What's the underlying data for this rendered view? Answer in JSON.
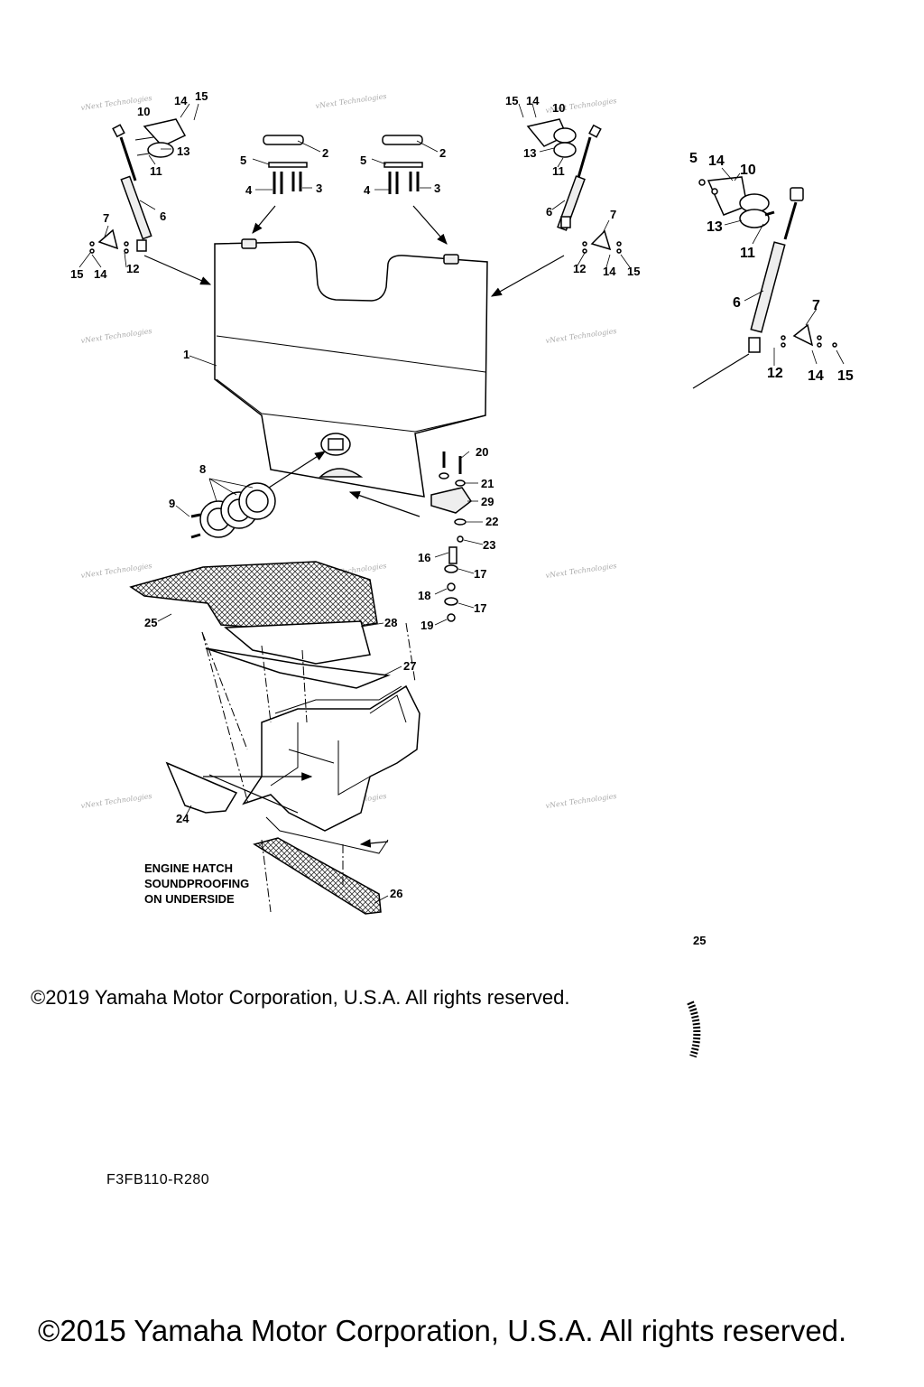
{
  "diagram": {
    "watermark_text": "vNext Technologies",
    "callouts_main": [
      {
        "id": "c1",
        "text": "1"
      },
      {
        "id": "c2a",
        "text": "2"
      },
      {
        "id": "c2b",
        "text": "2"
      },
      {
        "id": "c3a",
        "text": "3"
      },
      {
        "id": "c3b",
        "text": "3"
      },
      {
        "id": "c4a",
        "text": "4"
      },
      {
        "id": "c4b",
        "text": "4"
      },
      {
        "id": "c5a",
        "text": "5"
      },
      {
        "id": "c5b",
        "text": "5"
      },
      {
        "id": "c6a",
        "text": "6"
      },
      {
        "id": "c6b",
        "text": "6"
      },
      {
        "id": "c7a",
        "text": "7"
      },
      {
        "id": "c7b",
        "text": "7"
      },
      {
        "id": "c8",
        "text": "8"
      },
      {
        "id": "c9",
        "text": "9"
      },
      {
        "id": "c10a",
        "text": "10"
      },
      {
        "id": "c10b",
        "text": "10"
      },
      {
        "id": "c11a",
        "text": "11"
      },
      {
        "id": "c11b",
        "text": "11"
      },
      {
        "id": "c12a",
        "text": "12"
      },
      {
        "id": "c12b",
        "text": "12"
      },
      {
        "id": "c13a",
        "text": "13"
      },
      {
        "id": "c13b",
        "text": "13"
      },
      {
        "id": "c14a",
        "text": "14"
      },
      {
        "id": "c14b",
        "text": "14"
      },
      {
        "id": "c14c",
        "text": "14"
      },
      {
        "id": "c14d",
        "text": "14"
      },
      {
        "id": "c15a",
        "text": "15"
      },
      {
        "id": "c15b",
        "text": "15"
      },
      {
        "id": "c15c",
        "text": "15"
      },
      {
        "id": "c15d",
        "text": "15"
      },
      {
        "id": "c16",
        "text": "16"
      },
      {
        "id": "c17a",
        "text": "17"
      },
      {
        "id": "c17b",
        "text": "17"
      },
      {
        "id": "c18",
        "text": "18"
      },
      {
        "id": "c19",
        "text": "19"
      },
      {
        "id": "c20",
        "text": "20"
      },
      {
        "id": "c21",
        "text": "21"
      },
      {
        "id": "c22",
        "text": "22"
      },
      {
        "id": "c23",
        "text": "23"
      },
      {
        "id": "c24",
        "text": "24"
      },
      {
        "id": "c25",
        "text": "25"
      },
      {
        "id": "c26",
        "text": "26"
      },
      {
        "id": "c27",
        "text": "27"
      },
      {
        "id": "c28",
        "text": "28"
      },
      {
        "id": "c29",
        "text": "29"
      }
    ],
    "callouts_inset": [
      {
        "id": "i5",
        "text": "5"
      },
      {
        "id": "i14a",
        "text": "14"
      },
      {
        "id": "i10",
        "text": "10"
      },
      {
        "id": "i13",
        "text": "13"
      },
      {
        "id": "i11",
        "text": "11"
      },
      {
        "id": "i6",
        "text": "6"
      },
      {
        "id": "i7",
        "text": "7"
      },
      {
        "id": "i12",
        "text": "12"
      },
      {
        "id": "i14b",
        "text": "14"
      },
      {
        "id": "i15",
        "text": "15"
      },
      {
        "id": "i25",
        "text": "25"
      }
    ],
    "note_lines": [
      "ENGINE HATCH",
      "SOUNDPROOFING",
      "ON UNDERSIDE"
    ]
  },
  "footer": {
    "copyright_2019": "©2019 Yamaha Motor Corporation, U.S.A. All rights reserved.",
    "diagram_code": "F3FB110-R280",
    "copyright_2015": "©2015 Yamaha Motor Corporation, U.S.A. All rights reserved."
  }
}
